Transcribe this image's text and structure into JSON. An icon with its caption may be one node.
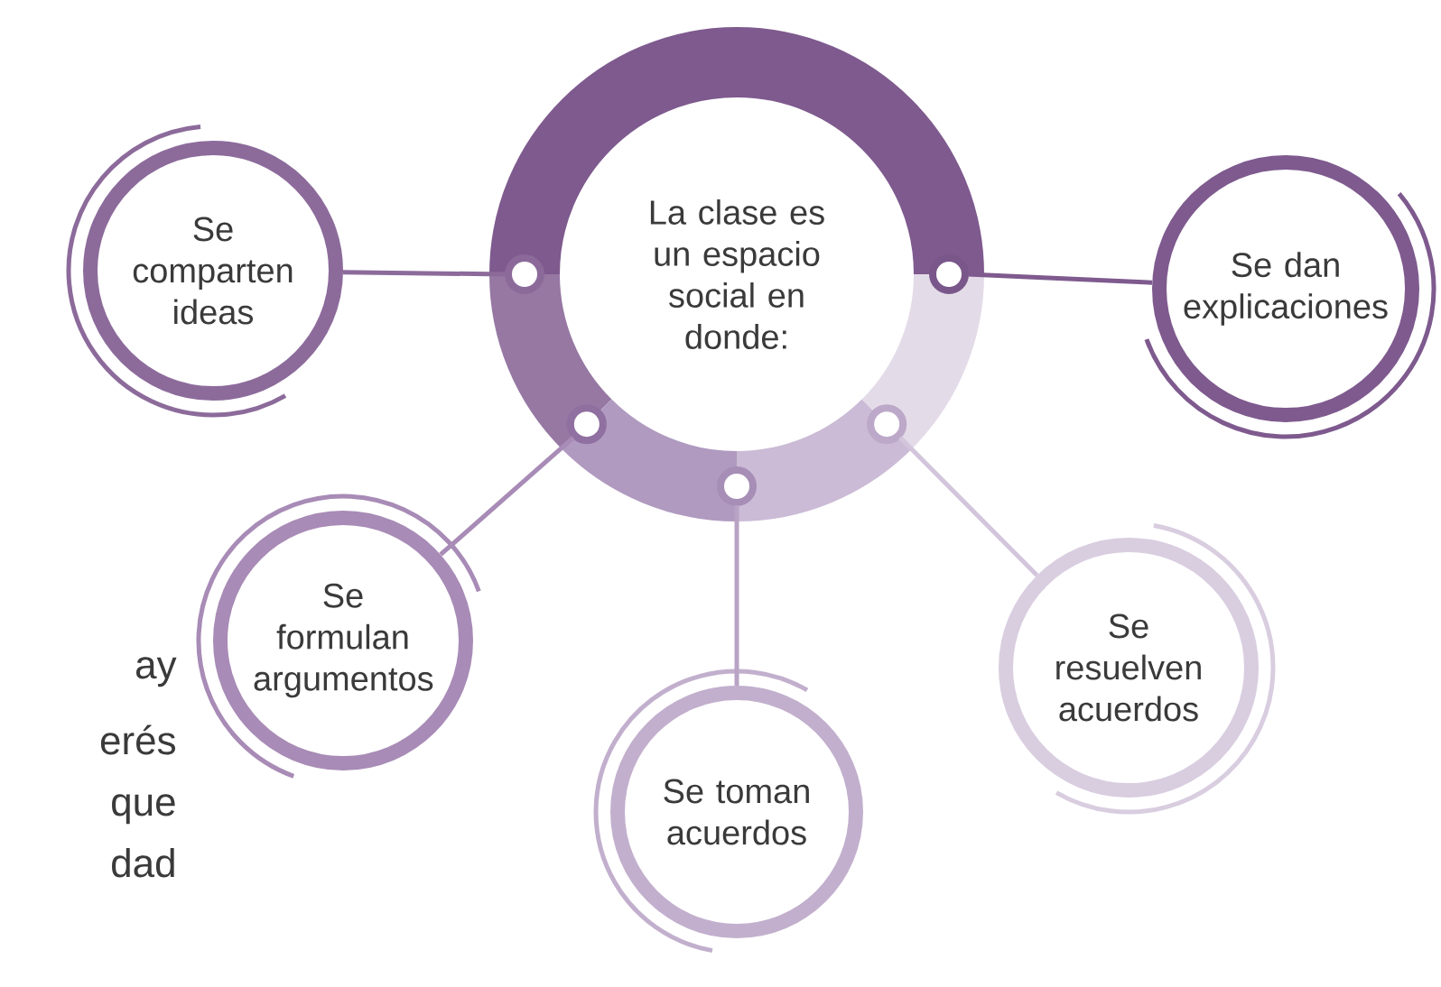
{
  "diagram": {
    "nodes": [
      {
        "text": [
          "La clase es un espacio social en donde:"
        ]
      },
      {
        "text": [
          "Se comparten ideas"
        ]
      },
      {
        "text": [
          "Se dan explicaciones"
        ]
      },
      {
        "text": [
          "Se formulan argumentos"
        ]
      },
      {
        "text": [
          "Se toman acuerdos"
        ]
      },
      {
        "text": [
          "Se resuelven acuerdos"
        ]
      }
    ],
    "edges": [
      {
        "from": 0,
        "to": 1,
        "arrow": "none",
        "color": "#8c6b9b"
      },
      {
        "from": 0,
        "to": 2,
        "arrow": "none",
        "color": "#7e5a8e"
      },
      {
        "from": 0,
        "to": 3,
        "arrow": "none",
        "color": "#a88bb6"
      },
      {
        "from": 0,
        "to": 4,
        "arrow": "none",
        "color": "#b8a3c5"
      },
      {
        "from": 0,
        "to": 5,
        "arrow": "none",
        "color": "#d3c5dc"
      }
    ],
    "labels": [
      "ay",
      "erés",
      "que",
      "dad"
    ]
  }
}
